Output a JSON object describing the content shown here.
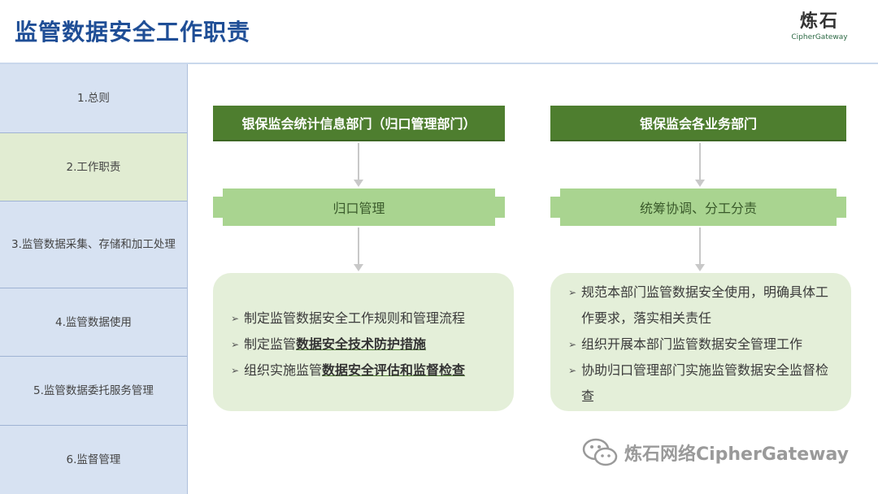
{
  "header": {
    "title": "监管数据安全工作职责",
    "logo_cn": "炼石",
    "logo_en": "CipherGateway"
  },
  "sidebar": {
    "items": [
      {
        "label": "1.总则"
      },
      {
        "label": "2.工作职责"
      },
      {
        "label": "3.监管数据采集、存储和加工处理"
      },
      {
        "label": "4.监管数据使用"
      },
      {
        "label": "5.监管数据委托服务管理"
      },
      {
        "label": "6.监督管理"
      }
    ]
  },
  "left_column": {
    "title": "银保监会统计信息部门（归口管理部门）",
    "subtitle": "归口管理",
    "bullets": [
      {
        "text": "制定监管数据安全工作规则和管理流程",
        "highlight": ""
      },
      {
        "text": "制定监管",
        "highlight": "数据安全技术防护措施"
      },
      {
        "text": "组织实施监管",
        "highlight": "数据安全评估和监督检查"
      }
    ]
  },
  "right_column": {
    "title": "银保监会各业务部门",
    "subtitle": "统筹协调、分工分责",
    "bullets": [
      {
        "text": "规范本部门监管数据安全使用，明确具体工作要求，落实相关责任"
      },
      {
        "text": "组织开展本部门监管数据安全管理工作"
      },
      {
        "text": "协助归口管理部门实施监管数据安全监督检查"
      }
    ]
  },
  "bullet_mark": "➢",
  "watermark": {
    "text": "炼石网络CipherGateway",
    "icon": "wechat-icon"
  },
  "colors": {
    "title": "#1f4e96",
    "panel_dark": "#4e7e2f",
    "panel_light": "#a9d490",
    "bullet_bg": "#e4efd9",
    "sidebar": "#d7e2f2",
    "sidebar_active": "#e1ecd2"
  }
}
